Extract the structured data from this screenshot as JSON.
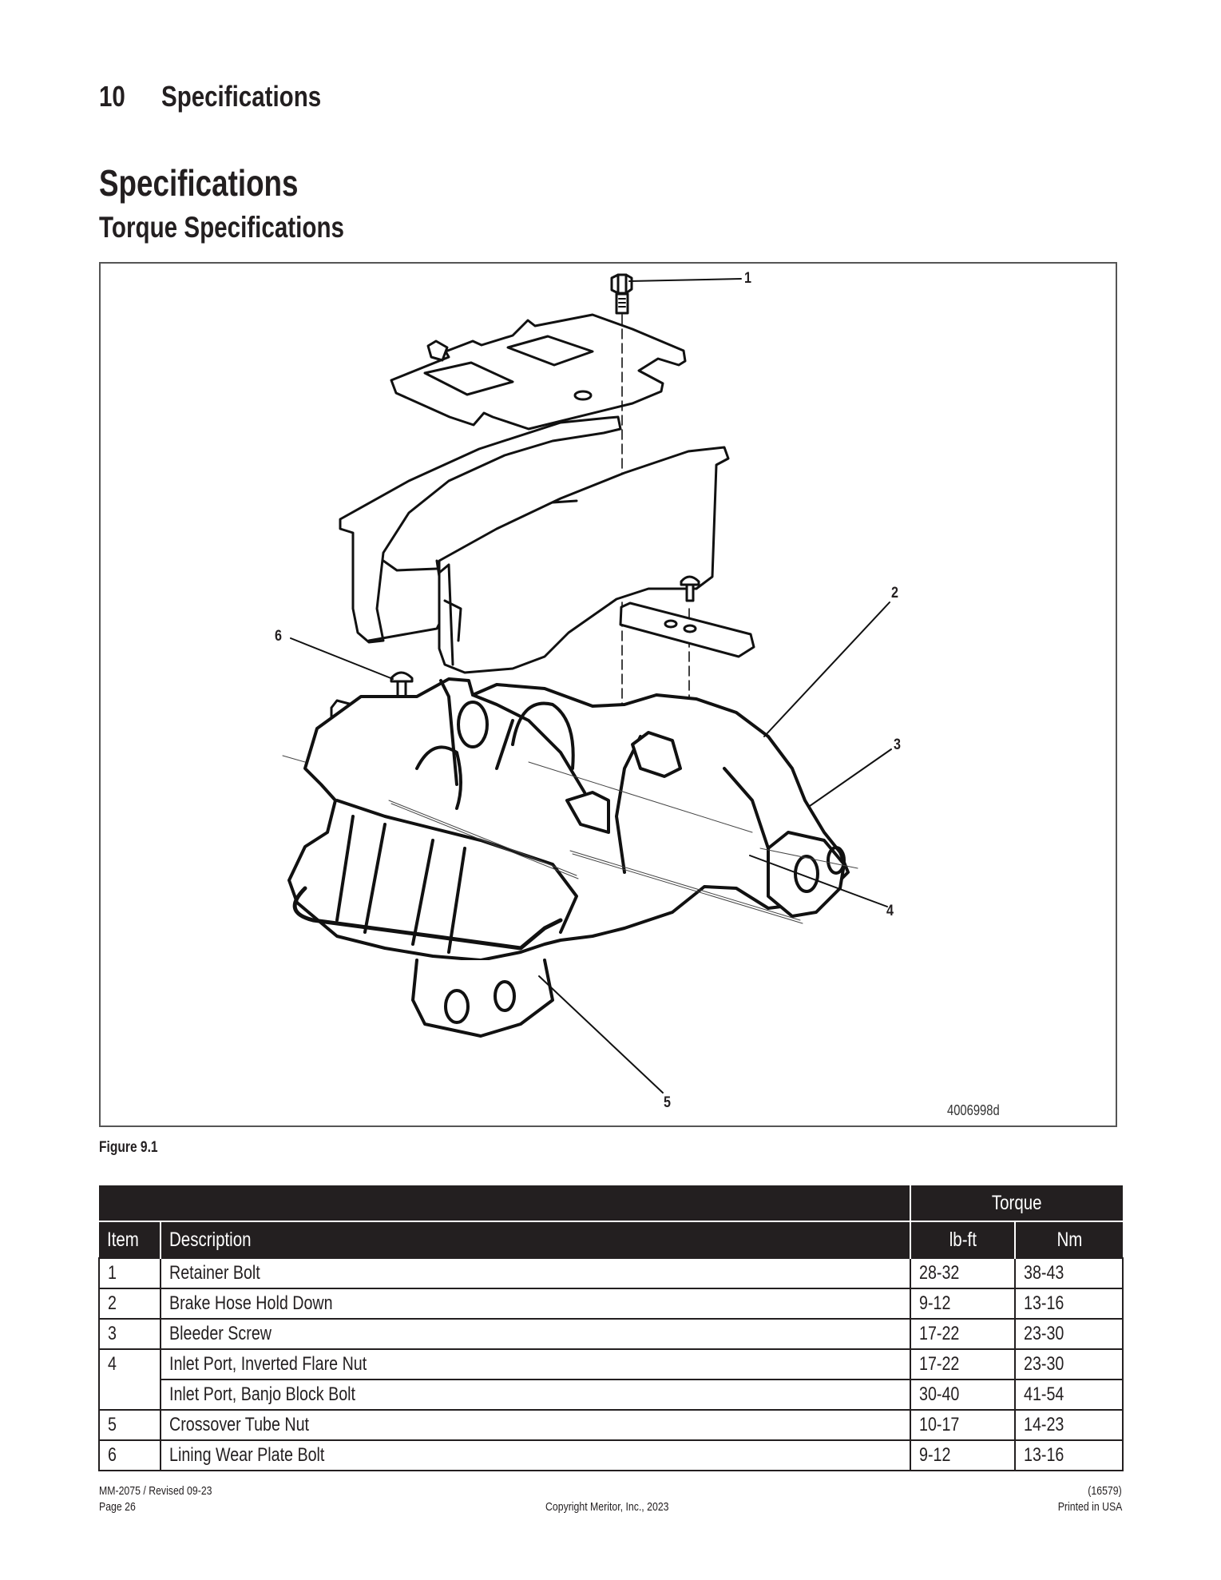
{
  "page_header": {
    "chapter_number": "10",
    "chapter_title": "Specifications"
  },
  "section_title": "Specifications",
  "subsection_title": "Torque Specifications",
  "figure": {
    "caption": "Figure 9.1",
    "figure_id": "4006998d",
    "callouts": [
      "1",
      "2",
      "3",
      "4",
      "5",
      "6"
    ],
    "illustration": "exploded-disc-brake-caliper"
  },
  "table": {
    "group_header": "Torque",
    "columns": [
      "Item",
      "Description",
      "lb-ft",
      "Nm"
    ],
    "rows": [
      {
        "item": "1",
        "description": "Retainer Bolt",
        "lbft": "28-32",
        "nm": "38-43"
      },
      {
        "item": "2",
        "description": "Brake Hose Hold Down",
        "lbft": "9-12",
        "nm": "13-16"
      },
      {
        "item": "3",
        "description": "Bleeder Screw",
        "lbft": "17-22",
        "nm": "23-30"
      },
      {
        "item": "4",
        "description": "Inlet Port, Inverted Flare Nut",
        "lbft": "17-22",
        "nm": "23-30"
      },
      {
        "item": "",
        "description": "Inlet Port, Banjo Block Bolt",
        "lbft": "30-40",
        "nm": "41-54"
      },
      {
        "item": "5",
        "description": "Crossover Tube Nut",
        "lbft": "10-17",
        "nm": "14-23"
      },
      {
        "item": "6",
        "description": "Lining Wear Plate Bolt",
        "lbft": "9-12",
        "nm": "13-16"
      }
    ]
  },
  "footer": {
    "doc_number": "MM-2075  /  Revised 09-23",
    "page": "Page 26",
    "copyright": "Copyright Meritor, Inc., 2023",
    "code": "(16579)",
    "printed": "Printed in USA"
  },
  "colors": {
    "text": "#231f20",
    "table_header_bg": "#231f20",
    "table_header_text": "#ffffff"
  }
}
